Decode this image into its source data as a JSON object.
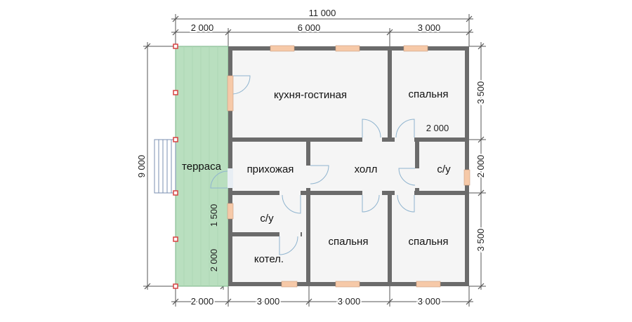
{
  "plan": {
    "colors": {
      "wall": "#6b6b6b",
      "floor": "#f5f5f5",
      "terrace": "#b9dfbf",
      "window": "#f6c9a8",
      "post": "#d84040",
      "door": "#8fb4cf"
    },
    "rooms": {
      "kitchen": "кухня-гостиная",
      "bedroom_top": "спальня",
      "terrace": "терраса",
      "hallway": "прихожая",
      "hall": "холл",
      "bathroom_right": "с/у",
      "bathroom_left": "с/у",
      "boiler": "котел.",
      "bedroom_mid": "спальня",
      "bedroom_right": "спальня"
    },
    "dimensions": {
      "top_total": "11 000",
      "top_1": "2 000",
      "top_2": "6 000",
      "top_3": "3 000",
      "bottom_1": "2 000",
      "bottom_2": "3 000",
      "bottom_3": "3 000",
      "bottom_4": "3 000",
      "left_total": "9 000",
      "right_1": "3 500",
      "right_2": "2 000",
      "right_3": "3 500",
      "inner_bedroom_width": "2 000",
      "inner_bath_depth": "1 500",
      "inner_boiler_depth": "2 000"
    }
  }
}
